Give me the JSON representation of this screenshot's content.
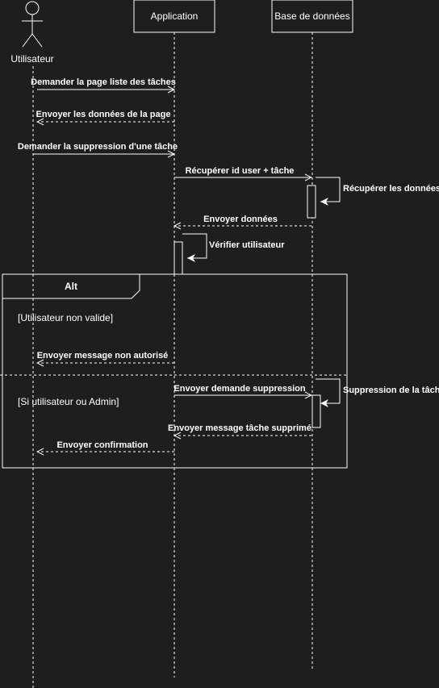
{
  "diagram": {
    "actor_label": "Utilisateur",
    "participants": {
      "application": "Application",
      "database": "Base de données"
    },
    "messages": {
      "m1": "Demander la page liste des tâches",
      "m2": "Envoyer les données de la page",
      "m3": "Demander la suppression d'une tâche",
      "m4": "Récupérer id user + tâche",
      "m5": "Récupérer les données",
      "m6": "Envoyer données",
      "m7": "Vérifier utilisateur",
      "m8": "Envoyer message non autorisé",
      "m9": "Envoyer demande suppression",
      "m10": "Suppression de la tâche",
      "m11": "Envoyer message tâche supprimé",
      "m12": "Envoyer confirmation"
    },
    "alt": {
      "label": "Alt",
      "guard1": "[Utilisateur non valide]",
      "guard2": "[Si utilisateur ou Admin]"
    }
  }
}
